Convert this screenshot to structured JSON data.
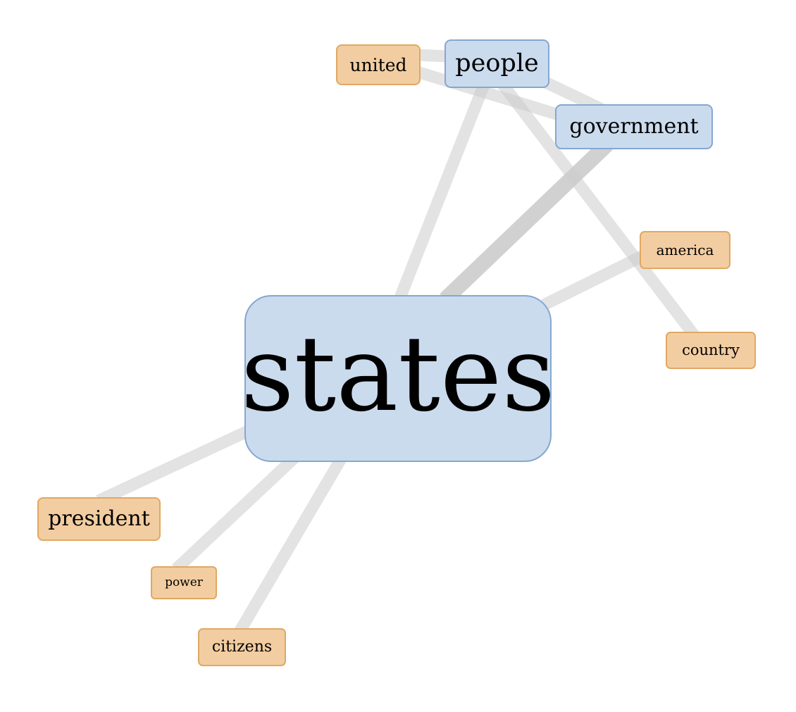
{
  "nodes": {
    "states": {
      "label": "states",
      "color": "#cbdbee",
      "border": "#85a7d0"
    },
    "people": {
      "label": "people",
      "color": "#cbdbee",
      "border": "#85a7d0"
    },
    "government": {
      "label": "government",
      "color": "#cbdbee",
      "border": "#85a7d0"
    },
    "united": {
      "label": "united",
      "color": "#f2cda1",
      "border": "#e0a863"
    },
    "america": {
      "label": "america",
      "color": "#f2cda1",
      "border": "#e0a863"
    },
    "country": {
      "label": "country",
      "color": "#f2cda1",
      "border": "#e0a863"
    },
    "president": {
      "label": "president",
      "color": "#f2cda1",
      "border": "#e0a863"
    },
    "power": {
      "label": "power",
      "color": "#f2cda1",
      "border": "#e0a863"
    },
    "citizens": {
      "label": "citizens",
      "color": "#f2cda1",
      "border": "#e0a863"
    }
  },
  "edges": [
    {
      "from": "states",
      "to": "people"
    },
    {
      "from": "states",
      "to": "government",
      "weight": "strong"
    },
    {
      "from": "states",
      "to": "america"
    },
    {
      "from": "states",
      "to": "president"
    },
    {
      "from": "states",
      "to": "power"
    },
    {
      "from": "states",
      "to": "citizens"
    },
    {
      "from": "people",
      "to": "united"
    },
    {
      "from": "people",
      "to": "government"
    },
    {
      "from": "people",
      "to": "country"
    },
    {
      "from": "united",
      "to": "government"
    }
  ],
  "edge_color": "#cccccc"
}
